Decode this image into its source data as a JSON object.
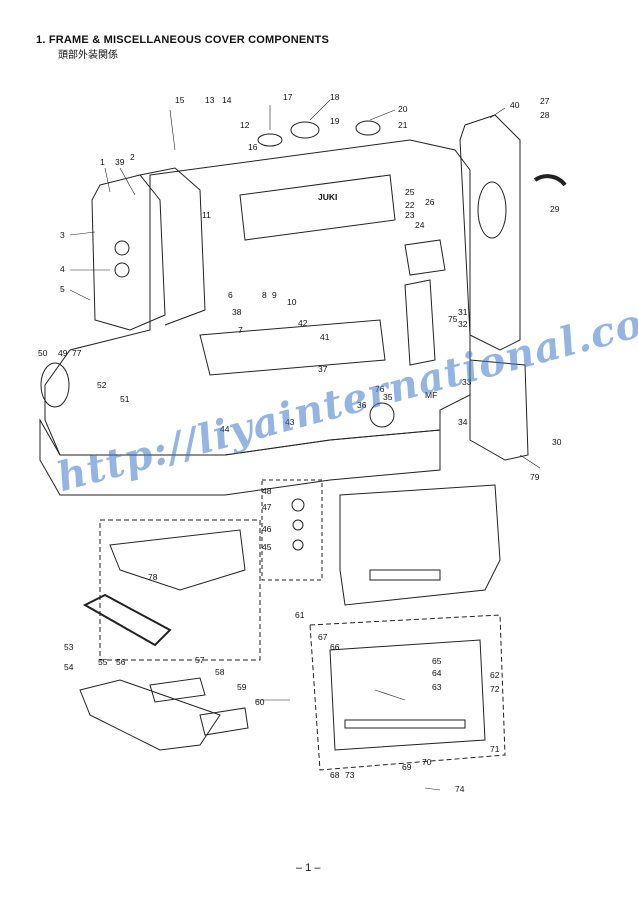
{
  "header": {
    "title": "1.   FRAME & MISCELLANEOUS COVER COMPONENTS",
    "subtitle": "頭部外装関係"
  },
  "watermark": "http://liyainternational.com/",
  "page_number": "– 1 –",
  "callouts": [
    "1",
    "2",
    "3",
    "4",
    "5",
    "6",
    "7",
    "8",
    "9",
    "10",
    "11",
    "12",
    "13",
    "14",
    "15",
    "16",
    "17",
    "18",
    "19",
    "20",
    "21",
    "22",
    "23",
    "24",
    "25",
    "26",
    "27",
    "28",
    "29",
    "30",
    "31",
    "32",
    "33",
    "34",
    "35",
    "36",
    "37",
    "38",
    "39",
    "40",
    "41",
    "42",
    "43",
    "44",
    "45",
    "46",
    "47",
    "48",
    "49",
    "50",
    "51",
    "52",
    "53",
    "54",
    "55",
    "56",
    "57",
    "58",
    "59",
    "60",
    "61",
    "62",
    "63",
    "64",
    "65",
    "66",
    "67",
    "68",
    "69",
    "70",
    "71",
    "72",
    "73",
    "74",
    "75",
    "76",
    "77",
    "78",
    "79"
  ],
  "brand_plate": "JUKI",
  "label_mf": "MF"
}
